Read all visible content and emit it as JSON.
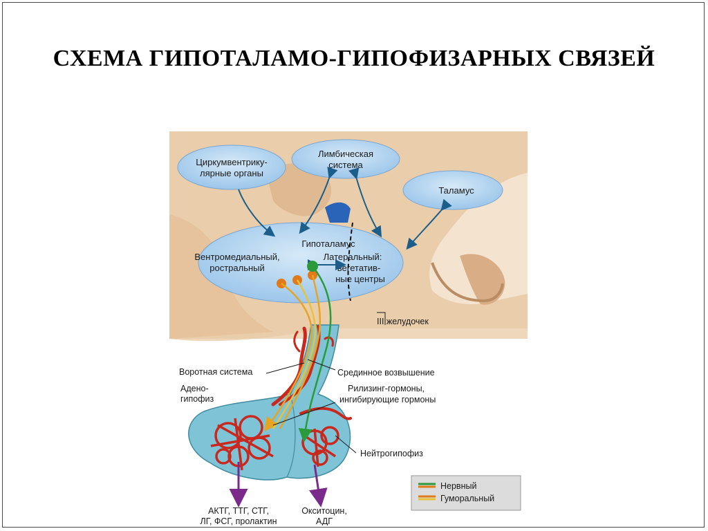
{
  "slide": {
    "title": "СХЕМА ГИПОТАЛАМО-ГИПОФИЗАРНЫХ СВЯЗЕЙ"
  },
  "nodes": {
    "circumventricular": [
      "Циркумвентрику-",
      "лярные органы"
    ],
    "limbic": [
      "Лимбическая",
      "система"
    ],
    "thalamus": "Таламус",
    "hypothalamus": "Гипоталамус",
    "ventromedial": [
      "Вентромедиальный,",
      "ростральный"
    ],
    "lateral": [
      "Латеральный:",
      "вегетатив-",
      "ные центры"
    ]
  },
  "labels": {
    "third_ventricle": "III желудочек",
    "portal_system": "Воротная система",
    "median_eminence": "Срединное возвышение",
    "adenohypophysis": [
      "Адено-",
      "гипофиз"
    ],
    "releasing": [
      "Рилизинг-гормоны,",
      "ингибирующие гормоны"
    ],
    "neurohypophysis": "Нейтрогипофиз",
    "outputs_adeno": [
      "АКТГ, ТТГ, СТГ,",
      "ЛГ, ФСГ, пролактин"
    ],
    "outputs_neuro": [
      "Окситоцин,",
      "АДГ"
    ]
  },
  "legend": {
    "items": [
      {
        "label": "Нервный",
        "colors": [
          "#2a9a3a",
          "#e07a1a"
        ]
      },
      {
        "label": "Гуморальный",
        "colors": [
          "#e07a1a",
          "#e8c23a"
        ]
      }
    ]
  },
  "colors": {
    "ellipse": "#b9d8f2",
    "brain_tissue": "#e8c9a5",
    "pituitary": "#7fc4d6",
    "vessel": "#c8281e",
    "arrow": "#1b5e8a",
    "nervous": "#2a9a3a",
    "humoral": "#e8a420",
    "output_arrow": "#7a2a8a"
  }
}
